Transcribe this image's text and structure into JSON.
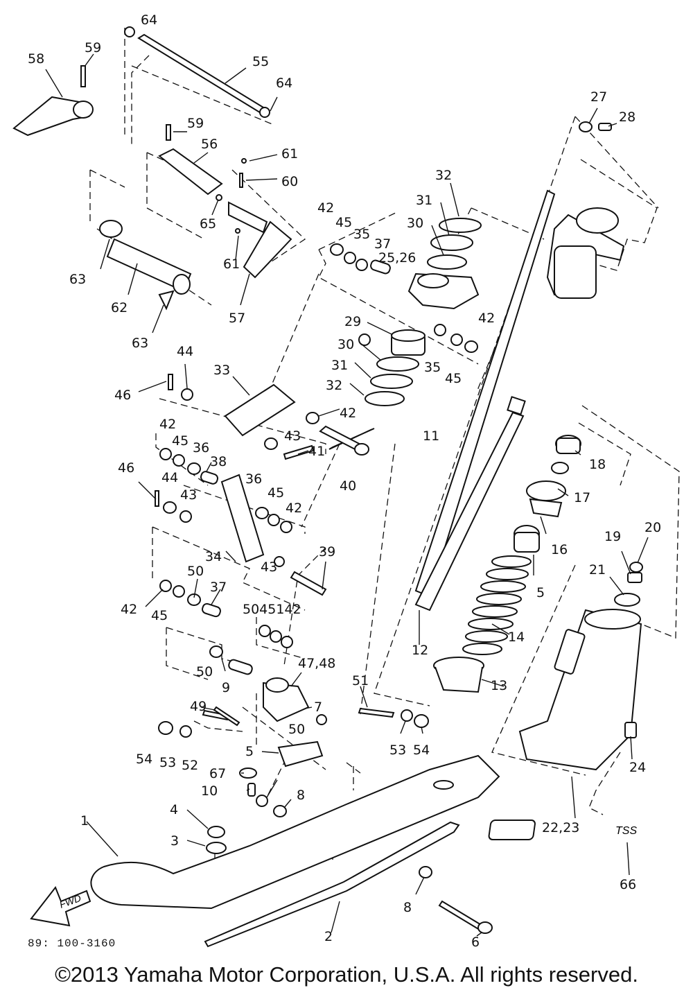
{
  "diagram": {
    "catalog_code": "89: 100-3160",
    "copyright": "©2013 Yamaha Motor Corporation, U.S.A. All rights reserved.",
    "fwd_label": "FWD",
    "tss_label": "TSS",
    "callouts": [
      {
        "id": "c64a",
        "text": "64"
      },
      {
        "id": "c58",
        "text": "58"
      },
      {
        "id": "c59a",
        "text": "59"
      },
      {
        "id": "c55",
        "text": "55"
      },
      {
        "id": "c64b",
        "text": "64"
      },
      {
        "id": "c27",
        "text": "27"
      },
      {
        "id": "c28",
        "text": "28"
      },
      {
        "id": "c59b",
        "text": "59"
      },
      {
        "id": "c56",
        "text": "56"
      },
      {
        "id": "c61a",
        "text": "61"
      },
      {
        "id": "c60",
        "text": "60"
      },
      {
        "id": "c32a",
        "text": "32"
      },
      {
        "id": "c31a",
        "text": "31"
      },
      {
        "id": "c30a",
        "text": "30"
      },
      {
        "id": "c65",
        "text": "65"
      },
      {
        "id": "c42a",
        "text": "42"
      },
      {
        "id": "c45a",
        "text": "45"
      },
      {
        "id": "c35a",
        "text": "35"
      },
      {
        "id": "c37a",
        "text": "37"
      },
      {
        "id": "c2526",
        "text": "25,26"
      },
      {
        "id": "c63a",
        "text": "63"
      },
      {
        "id": "c61b",
        "text": "61"
      },
      {
        "id": "c62",
        "text": "62"
      },
      {
        "id": "c57",
        "text": "57"
      },
      {
        "id": "c63b",
        "text": "63"
      },
      {
        "id": "c42b",
        "text": "42"
      },
      {
        "id": "c29",
        "text": "29"
      },
      {
        "id": "c35b",
        "text": "35"
      },
      {
        "id": "c45b",
        "text": "45"
      },
      {
        "id": "c30b",
        "text": "30"
      },
      {
        "id": "c31b",
        "text": "31"
      },
      {
        "id": "c32b",
        "text": "32"
      },
      {
        "id": "c44a",
        "text": "44"
      },
      {
        "id": "c33",
        "text": "33"
      },
      {
        "id": "c46a",
        "text": "46"
      },
      {
        "id": "c42c",
        "text": "42"
      },
      {
        "id": "c11",
        "text": "11"
      },
      {
        "id": "c42d",
        "text": "42"
      },
      {
        "id": "c45c",
        "text": "45"
      },
      {
        "id": "c36a",
        "text": "36"
      },
      {
        "id": "c43a",
        "text": "43"
      },
      {
        "id": "c41",
        "text": "41"
      },
      {
        "id": "c38",
        "text": "38"
      },
      {
        "id": "c18",
        "text": "18"
      },
      {
        "id": "c40",
        "text": "40"
      },
      {
        "id": "c46b",
        "text": "46"
      },
      {
        "id": "c44b",
        "text": "44"
      },
      {
        "id": "c43b",
        "text": "43"
      },
      {
        "id": "c36b",
        "text": "36"
      },
      {
        "id": "c45d",
        "text": "45"
      },
      {
        "id": "c42e",
        "text": "42"
      },
      {
        "id": "c17",
        "text": "17"
      },
      {
        "id": "c16",
        "text": "16"
      },
      {
        "id": "c20",
        "text": "20"
      },
      {
        "id": "c19",
        "text": "19"
      },
      {
        "id": "c39",
        "text": "39"
      },
      {
        "id": "c34",
        "text": "34"
      },
      {
        "id": "c43c",
        "text": "43"
      },
      {
        "id": "c5a",
        "text": "5"
      },
      {
        "id": "c21",
        "text": "21"
      },
      {
        "id": "c50a",
        "text": "50"
      },
      {
        "id": "c37b",
        "text": "37"
      },
      {
        "id": "c42f",
        "text": "42"
      },
      {
        "id": "c45e",
        "text": "45"
      },
      {
        "id": "c5045142",
        "text": "5045142"
      },
      {
        "id": "c14",
        "text": "14"
      },
      {
        "id": "c12",
        "text": "12"
      },
      {
        "id": "c50b",
        "text": "50"
      },
      {
        "id": "c9",
        "text": "9"
      },
      {
        "id": "c4748",
        "text": "47,48"
      },
      {
        "id": "c13",
        "text": "13"
      },
      {
        "id": "c51",
        "text": "51"
      },
      {
        "id": "c49",
        "text": "49"
      },
      {
        "id": "c7",
        "text": "7"
      },
      {
        "id": "c50c",
        "text": "50"
      },
      {
        "id": "c54a",
        "text": "54"
      },
      {
        "id": "c53a",
        "text": "53"
      },
      {
        "id": "c52",
        "text": "52"
      },
      {
        "id": "c53b",
        "text": "53"
      },
      {
        "id": "c54b",
        "text": "54"
      },
      {
        "id": "c24",
        "text": "24"
      },
      {
        "id": "c5b",
        "text": "5"
      },
      {
        "id": "c67",
        "text": "67"
      },
      {
        "id": "c10",
        "text": "10"
      },
      {
        "id": "c8a",
        "text": "8"
      },
      {
        "id": "c2223",
        "text": "22,23"
      },
      {
        "id": "c4",
        "text": "4"
      },
      {
        "id": "c3",
        "text": "3"
      },
      {
        "id": "c1",
        "text": "1"
      },
      {
        "id": "c66",
        "text": "66"
      },
      {
        "id": "c8b",
        "text": "8"
      },
      {
        "id": "c2",
        "text": "2"
      },
      {
        "id": "c6",
        "text": "6"
      }
    ]
  }
}
